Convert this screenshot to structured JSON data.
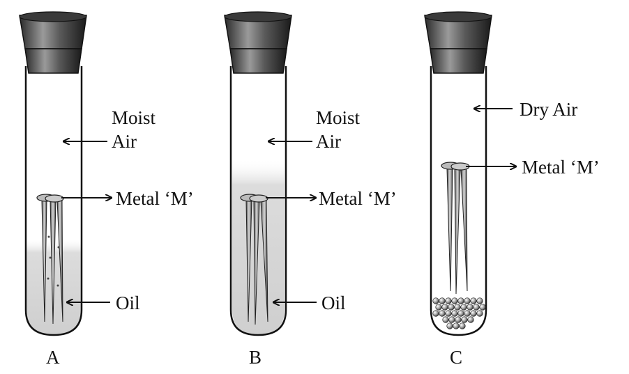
{
  "tubes": [
    {
      "caption": "A",
      "labels": {
        "air": [
          "Moist",
          "Air"
        ],
        "metal": "Metal ‘M’",
        "bottom": "Oil"
      },
      "contents": "moist"
    },
    {
      "caption": "B",
      "labels": {
        "air": [
          "Moist",
          "Air"
        ],
        "metal": "Metal ‘M’",
        "bottom": "Oil"
      },
      "contents": "moist"
    },
    {
      "caption": "C",
      "labels": {
        "air": [
          "Dry Air"
        ],
        "metal": "Metal ‘M’"
      },
      "contents": "dry-granules"
    }
  ]
}
